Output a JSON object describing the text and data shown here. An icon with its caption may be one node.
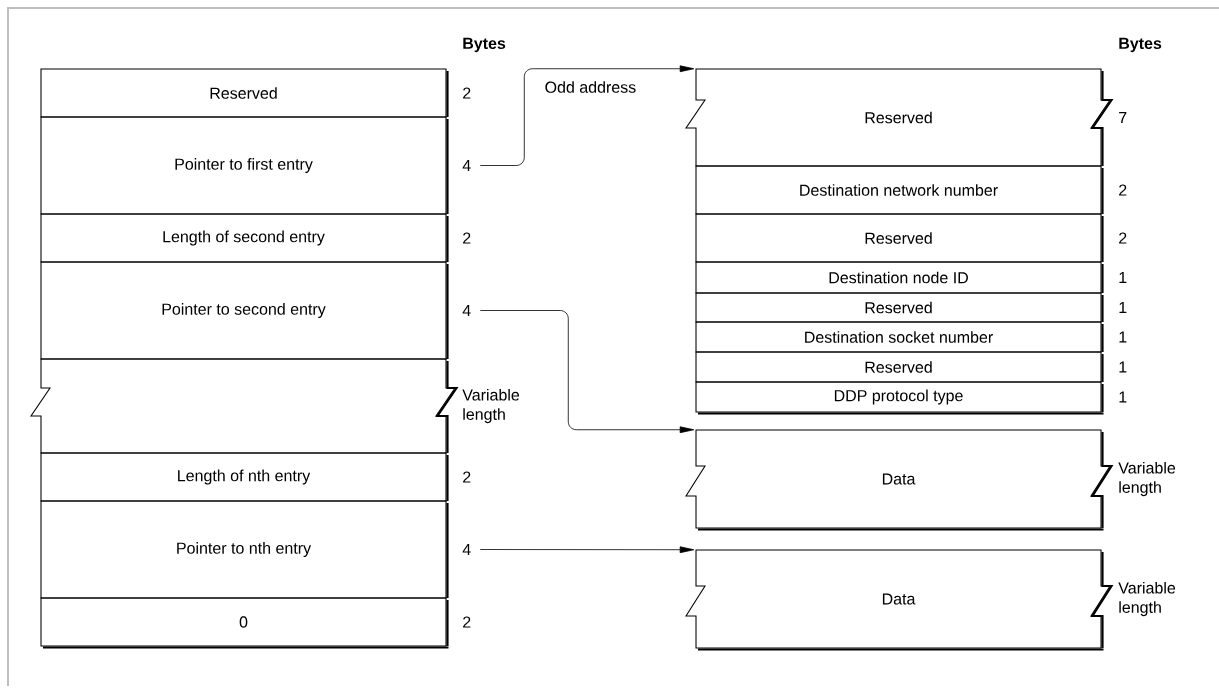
{
  "diagram": {
    "nodes": [
      {
        "text": [
          "Reserved"
        ],
        "beside": [
          "2"
        ]
      },
      {
        "text": [
          "Pointer to first entry"
        ],
        "beside": [
          "4"
        ]
      },
      {
        "text": [
          "Length of second entry"
        ],
        "beside": [
          "2"
        ]
      },
      {
        "text": [
          "Pointer to second entry"
        ],
        "beside": [
          "4"
        ]
      },
      {
        "text": [],
        "shape": "box",
        "beside": [
          "Variable length"
        ]
      },
      {
        "text": [
          "Length of nth entry"
        ],
        "beside": [
          "2"
        ]
      },
      {
        "text": [
          "Pointer to nth entry"
        ],
        "beside": [
          "4"
        ]
      },
      {
        "text": [
          "0"
        ],
        "beside": [
          "2"
        ]
      },
      {
        "text": [
          "Reserved"
        ],
        "beside": [
          "7"
        ]
      },
      {
        "text": [
          "Destination network number"
        ],
        "beside": [
          "2"
        ]
      },
      {
        "text": [
          "Reserved"
        ],
        "beside": [
          "2"
        ]
      },
      {
        "text": [
          "Destination node ID"
        ],
        "beside": [
          "1"
        ]
      },
      {
        "text": [
          "Reserved"
        ],
        "beside": [
          "1"
        ]
      },
      {
        "text": [
          "Destination socket number"
        ],
        "beside": [
          "1"
        ]
      },
      {
        "text": [
          "Reserved"
        ],
        "beside": [
          "1"
        ]
      },
      {
        "text": [
          "DDP protocol type"
        ],
        "beside": [
          "1"
        ]
      },
      {
        "text": [
          "Data"
        ],
        "beside": [
          "Variable length"
        ]
      },
      {
        "text": [
          "Data"
        ],
        "beside": [
          "Variable length"
        ]
      }
    ],
    "edges": [
      {
        "from": 1,
        "to": 8,
        "arrow": "to",
        "label": "Odd address"
      },
      {
        "from": 3,
        "to": 16,
        "arrow": "to"
      },
      {
        "from": 6,
        "to": 17,
        "arrow": "to"
      }
    ],
    "labels": [
      "Bytes",
      "Bytes"
    ]
  }
}
